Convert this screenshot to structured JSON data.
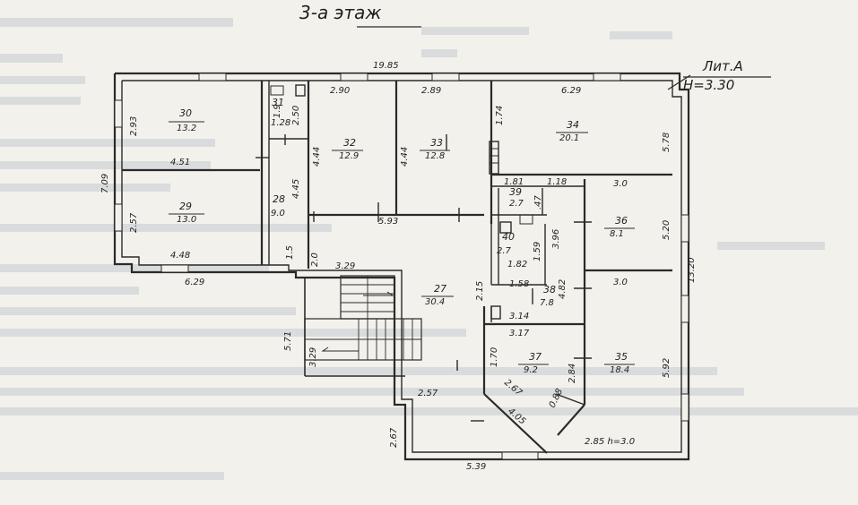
{
  "title": "3-а этаж",
  "lit_label": "Лит.А",
  "height_label": "Н=3.30",
  "dims": {
    "top_overall": "19.85",
    "left_overall": "7.09",
    "bottom_left": "6.29",
    "right_overall": "13.20",
    "bottom_stair": "5.39",
    "h_note": "2.85  h=3.0",
    "d_290": "2.90",
    "d_289": "2.89",
    "d_629": "6.29",
    "d_293": "2.93",
    "d_451": "4.51",
    "d_257_left": "2.57",
    "d_448": "4.48",
    "d_444a": "4.44",
    "d_444b": "4.44",
    "d_445": "4.45",
    "d_593": "5.93",
    "d_329": "3.29",
    "d_20": "2.0",
    "d_174": "1.74",
    "d_578": "5.78",
    "d_30a": "3.0",
    "d_30b": "3.0",
    "d_520": "5.20",
    "d_181": "1.81",
    "d_118": "1.18",
    "d_182": "1.82",
    "d_159": "1.59",
    "d_396": "3.96",
    "d_215": "2.15",
    "d_158": "1.58",
    "d_482": "4.82",
    "d_314": "3.14",
    "d_317": "3.17",
    "d_284": "2.84",
    "d_592": "5.92",
    "d_571": "5.71",
    "d_329b": "3.29",
    "d_257": "2.57",
    "d_267": "2.67",
    "d_405": "4.05",
    "d_267b": "2.67",
    "d_170": "1.70",
    "d_15": "1.5",
    "d_250": "2.50",
    "d_19": "1.9",
    "d_047": ".47",
    "d_088": "0.88"
  },
  "rooms": [
    {
      "num": "30",
      "area": "13.2"
    },
    {
      "num": "29",
      "area": "13.0"
    },
    {
      "num": "31",
      "area": "1.28"
    },
    {
      "num": "28",
      "area": "9.0"
    },
    {
      "num": "32",
      "area": "12.9"
    },
    {
      "num": "33",
      "area": "12.8"
    },
    {
      "num": "34",
      "area": "20.1"
    },
    {
      "num": "39",
      "area": "2.7"
    },
    {
      "num": "40",
      "area": "2.7"
    },
    {
      "num": "36",
      "area": "8.1"
    },
    {
      "num": "27",
      "area": "30.4"
    },
    {
      "num": "38",
      "area": "7.8"
    },
    {
      "num": "37",
      "area": "9.2"
    },
    {
      "num": "35",
      "area": "18.4"
    }
  ],
  "colors": {
    "ink": "#2a2a2a",
    "paper": "#f3f1ec"
  }
}
